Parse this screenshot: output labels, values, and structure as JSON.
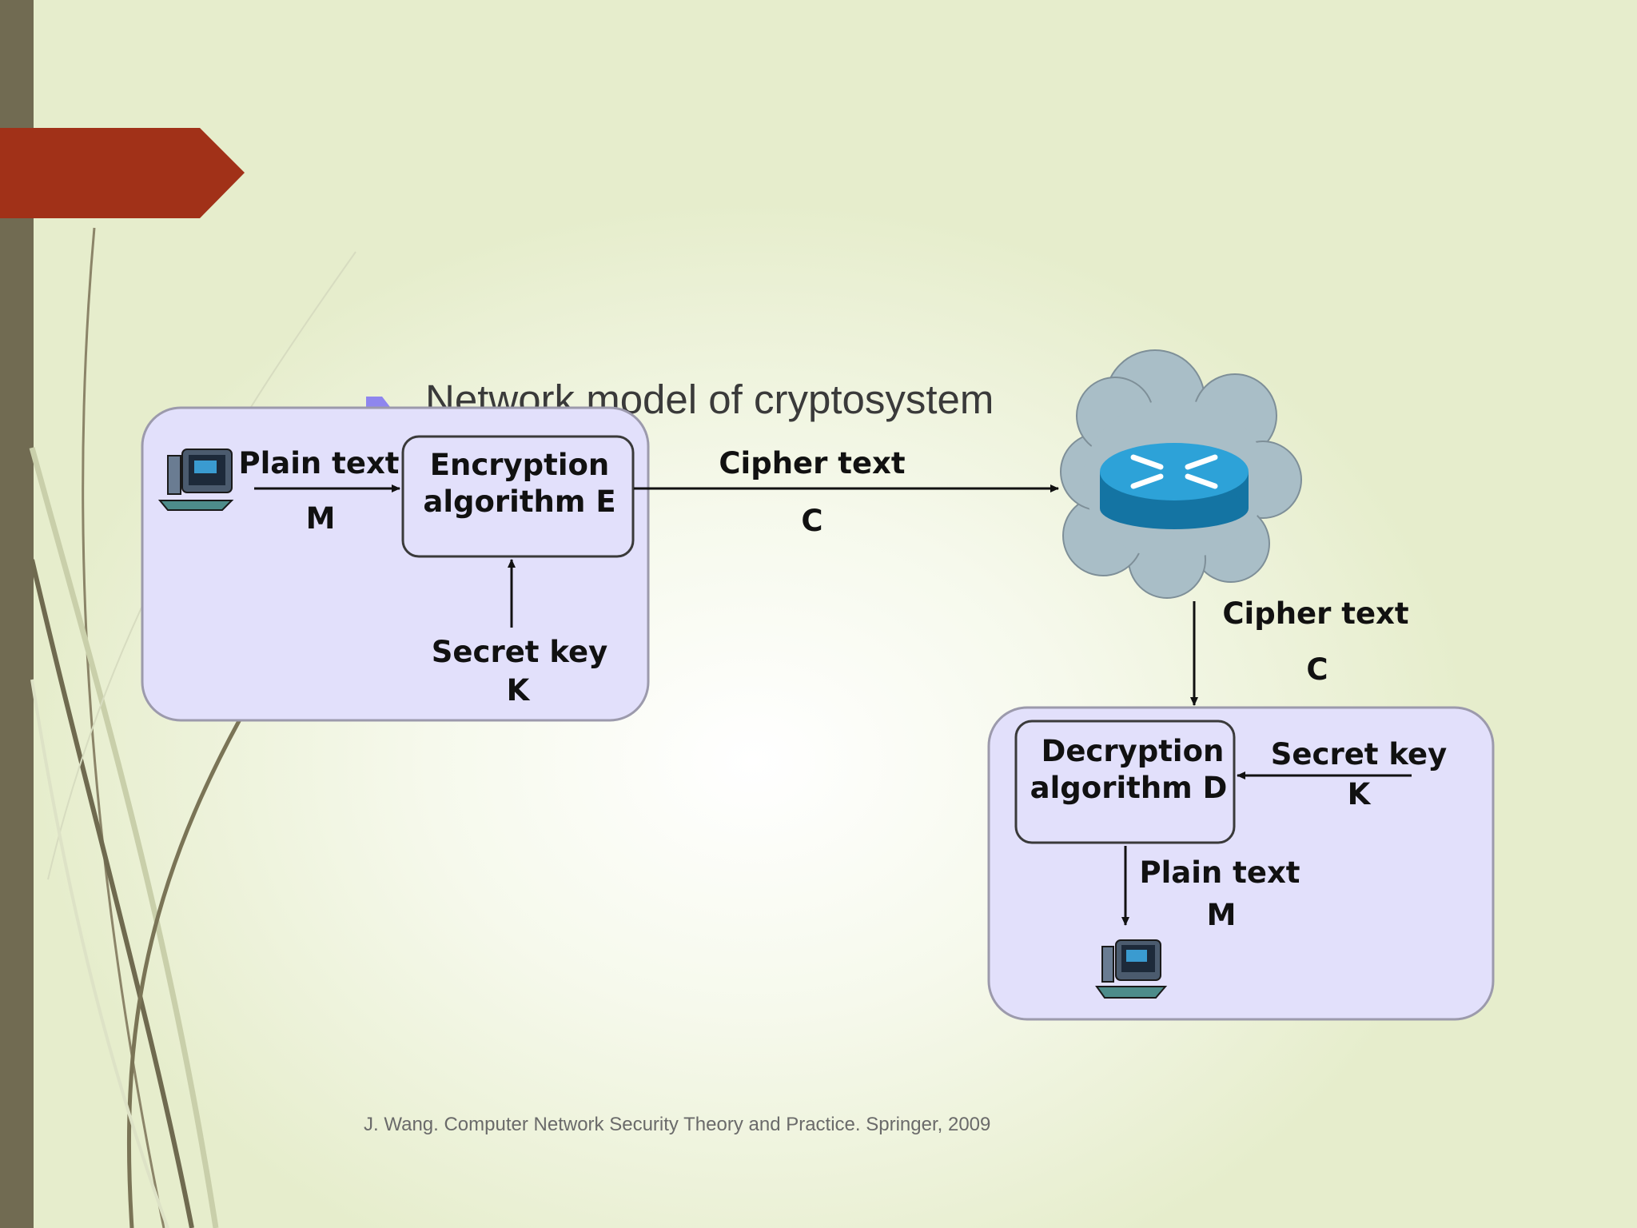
{
  "slide": {
    "bullet": "Network model of cryptosystem",
    "citation": "J. Wang. Computer Network Security Theory and Practice. Springer, 2009"
  },
  "diagram": {
    "sender": {
      "plaintext_label": "Plain text",
      "plaintext_symbol": "M",
      "algorithm_line1": "Encryption",
      "algorithm_line2": "algorithm E",
      "key_label": "Secret key",
      "key_symbol": "K"
    },
    "channel": {
      "ciphertext_label": "Cipher text",
      "ciphertext_symbol": "C"
    },
    "network": {
      "ciphertext_label": "Cipher text",
      "ciphertext_symbol": "C"
    },
    "receiver": {
      "algorithm_line1": "Decryption",
      "algorithm_line2": "algorithm D",
      "key_label": "Secret key",
      "key_symbol": "K",
      "plaintext_label": "Plain text",
      "plaintext_symbol": "M"
    }
  },
  "colors": {
    "accent_tab": "#a13118",
    "left_bar": "#716b52",
    "panel_fill": "#e2e0fb",
    "cloud_fill": "#a9bec7",
    "router_fill": "#1b8cbf"
  }
}
